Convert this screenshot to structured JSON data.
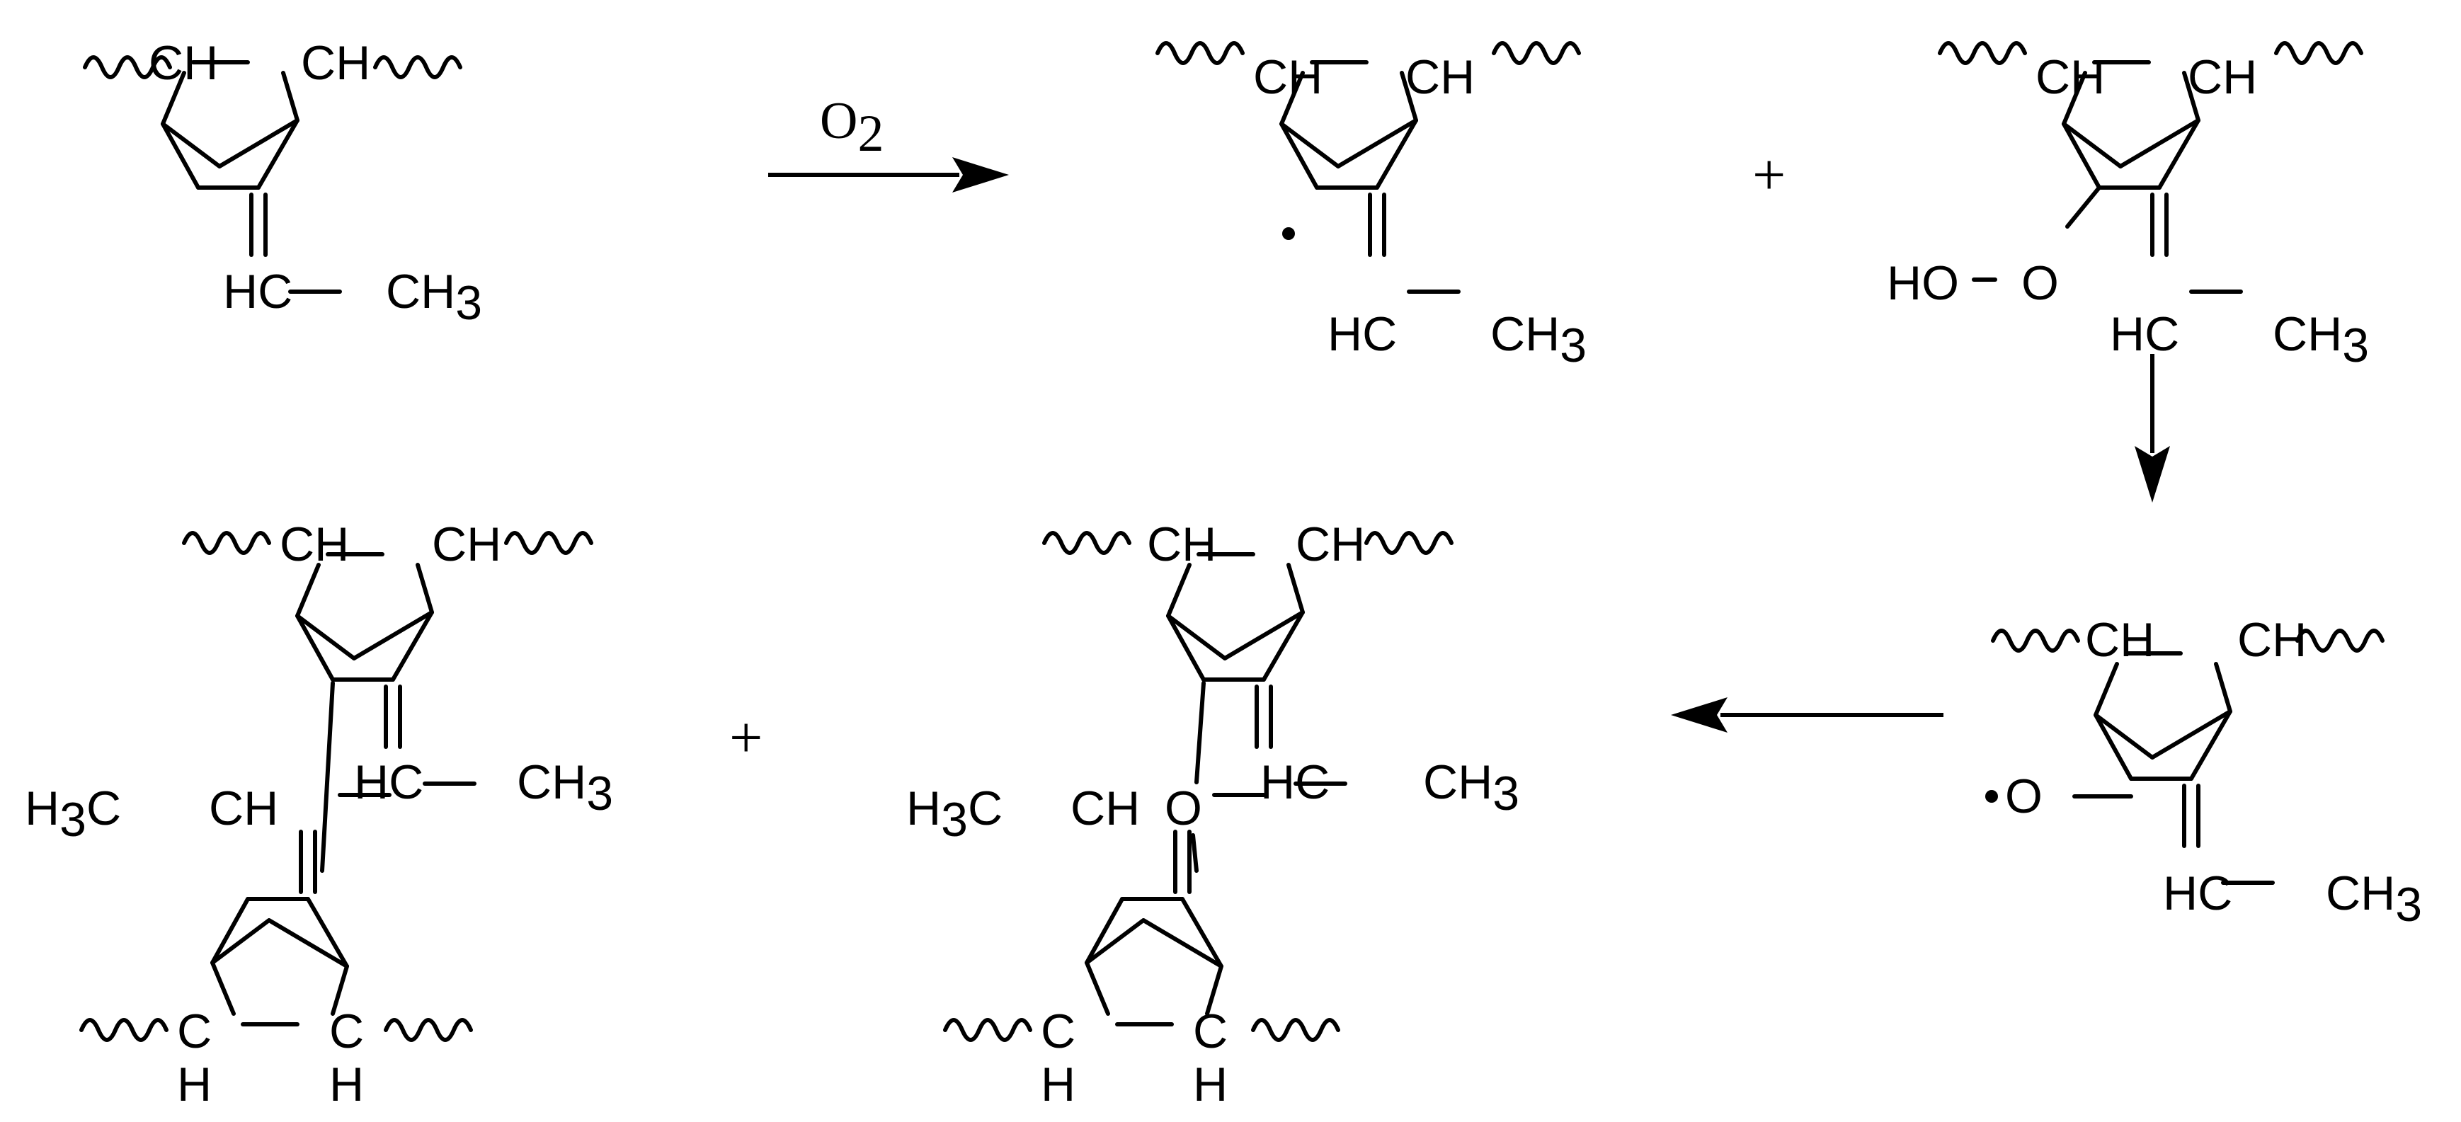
{
  "labels": {
    "ch": "CH",
    "c": "C",
    "h": "H",
    "hc": "HC",
    "ch3_main": "CH",
    "ch3_sub": "3",
    "h3c_main": "H",
    "h3c_sub": "3",
    "h3c_c": "C",
    "o": "O",
    "ho": "HO",
    "dash": "–",
    "plus": "+"
  },
  "reagent": {
    "main": "O",
    "sub": "2"
  },
  "colors": {
    "ink": "#000000",
    "background": "#ffffff"
  }
}
